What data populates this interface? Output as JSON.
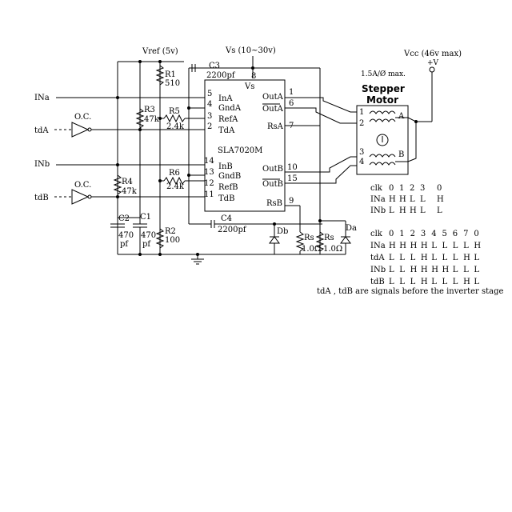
{
  "supplies": {
    "vref": "Vref (5v)",
    "vs": "Vs (10~30v)",
    "vcc": "Vcc  (46v max)",
    "plus_v": "+V"
  },
  "chip": {
    "name": "SLA7020M",
    "vs_label": "Vs",
    "left_pins": [
      {
        "num": "5",
        "label": "InA"
      },
      {
        "num": "4",
        "label": "GndA"
      },
      {
        "num": "3",
        "label": "RefA"
      },
      {
        "num": "2",
        "label": "TdA"
      },
      {
        "num": "14",
        "label": "InB"
      },
      {
        "num": "13",
        "label": "GndB"
      },
      {
        "num": "12",
        "label": "RefB"
      },
      {
        "num": "11",
        "label": "TdB"
      }
    ],
    "right_pins": [
      {
        "num": "1",
        "label": "OutA"
      },
      {
        "num": "6",
        "label": "OutA"
      },
      {
        "num": "7",
        "label": "RsA"
      },
      {
        "num": "10",
        "label": "OutB"
      },
      {
        "num": "15",
        "label": "OutB"
      },
      {
        "num": "9",
        "label": "RsB"
      }
    ],
    "vs_pin": "8"
  },
  "inputs": {
    "in_a": "INa",
    "td_a": "tdA",
    "in_b": "INb",
    "td_b": "tdB",
    "oc_a": "O.C.",
    "oc_b": "O.C."
  },
  "components": {
    "r1": {
      "name": "R1",
      "value": "510"
    },
    "r2": {
      "name": "R2",
      "value": "100"
    },
    "r3": {
      "name": "R3",
      "value": "47k"
    },
    "r4": {
      "name": "R4",
      "value": "47k"
    },
    "r5": {
      "name": "R5",
      "value": "2.4k"
    },
    "r6": {
      "name": "R6",
      "value": "2.4k"
    },
    "c1": {
      "name": "C1",
      "value": "470",
      "unit": "pf"
    },
    "c2": {
      "name": "C2",
      "value": "470",
      "unit": "pf"
    },
    "c3": {
      "name": "C3",
      "value": "2200pf"
    },
    "c4": {
      "name": "C4",
      "value": "2200pf"
    },
    "rs_a": {
      "name": "Rs",
      "value": "1.0Ω"
    },
    "rs_b": {
      "name": "Rs",
      "value": "1.0Ω"
    },
    "da": "Da",
    "db": "Db"
  },
  "motor": {
    "title_line1": "Stepper",
    "title_line2": "Motor",
    "rating": "1.5A/Ø max.",
    "pins": [
      "1",
      "2",
      "3",
      "4"
    ],
    "coil_a": "A",
    "coil_b": "B"
  },
  "table1": {
    "rows": [
      [
        "clk",
        "0",
        "1",
        "2",
        "3",
        "0"
      ],
      [
        "INa",
        "H",
        "H",
        "L",
        "L",
        "H"
      ],
      [
        "INb",
        "L",
        "H",
        "H",
        "L",
        "L"
      ]
    ]
  },
  "table2": {
    "rows": [
      [
        "clk",
        "0",
        "1",
        "2",
        "3",
        "4",
        "5",
        "6",
        "7",
        "0"
      ],
      [
        "INa",
        "H",
        "H",
        "H",
        "H",
        "L",
        "L",
        "L",
        "L",
        "H"
      ],
      [
        "tdA",
        "L",
        "L",
        "L",
        "H",
        "L",
        "L",
        "L",
        "H",
        "L"
      ],
      [
        "INb",
        "L",
        "L",
        "H",
        "H",
        "H",
        "H",
        "L",
        "L",
        "L"
      ],
      [
        "tdB",
        "L",
        "L",
        "L",
        "H",
        "L",
        "L",
        "L",
        "H",
        "L"
      ]
    ]
  },
  "note": "tdA , tdB  are signals before the inverter stage"
}
